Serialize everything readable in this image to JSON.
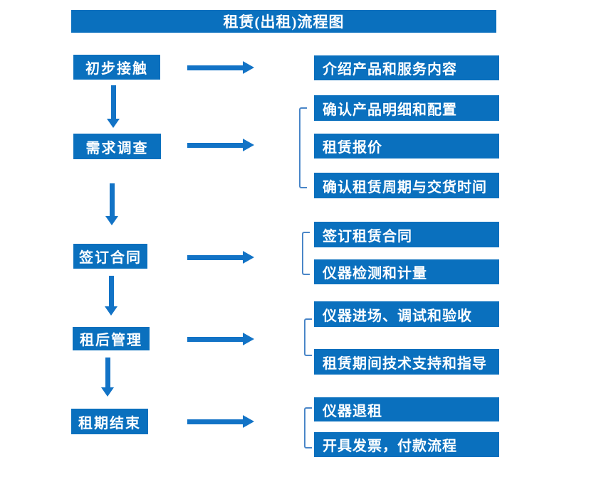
{
  "title": "租赁(出租)流程图",
  "flow": {
    "steps": [
      {
        "label": "初步接触",
        "details": [
          "介绍产品和服务内容"
        ]
      },
      {
        "label": "需求调查",
        "details": [
          "确认产品明细和配置",
          "租赁报价",
          "确认租赁周期与交货时间"
        ]
      },
      {
        "label": "签订合同",
        "details": [
          "签订租赁合同",
          "仪器检测和计量"
        ]
      },
      {
        "label": "租后管理",
        "details": [
          "仪器进场、调试和验收",
          "租赁期间技术支持和指导"
        ]
      },
      {
        "label": "租期结束",
        "details": [
          "仪器退租",
          "开具发票，付款流程"
        ]
      }
    ]
  },
  "colors": {
    "box_blue": "#0a70be",
    "arrow_blue": "#1273c6",
    "bracket_blue": "#4a86c8",
    "text_white": "#ffffff",
    "background": "#ffffff"
  }
}
